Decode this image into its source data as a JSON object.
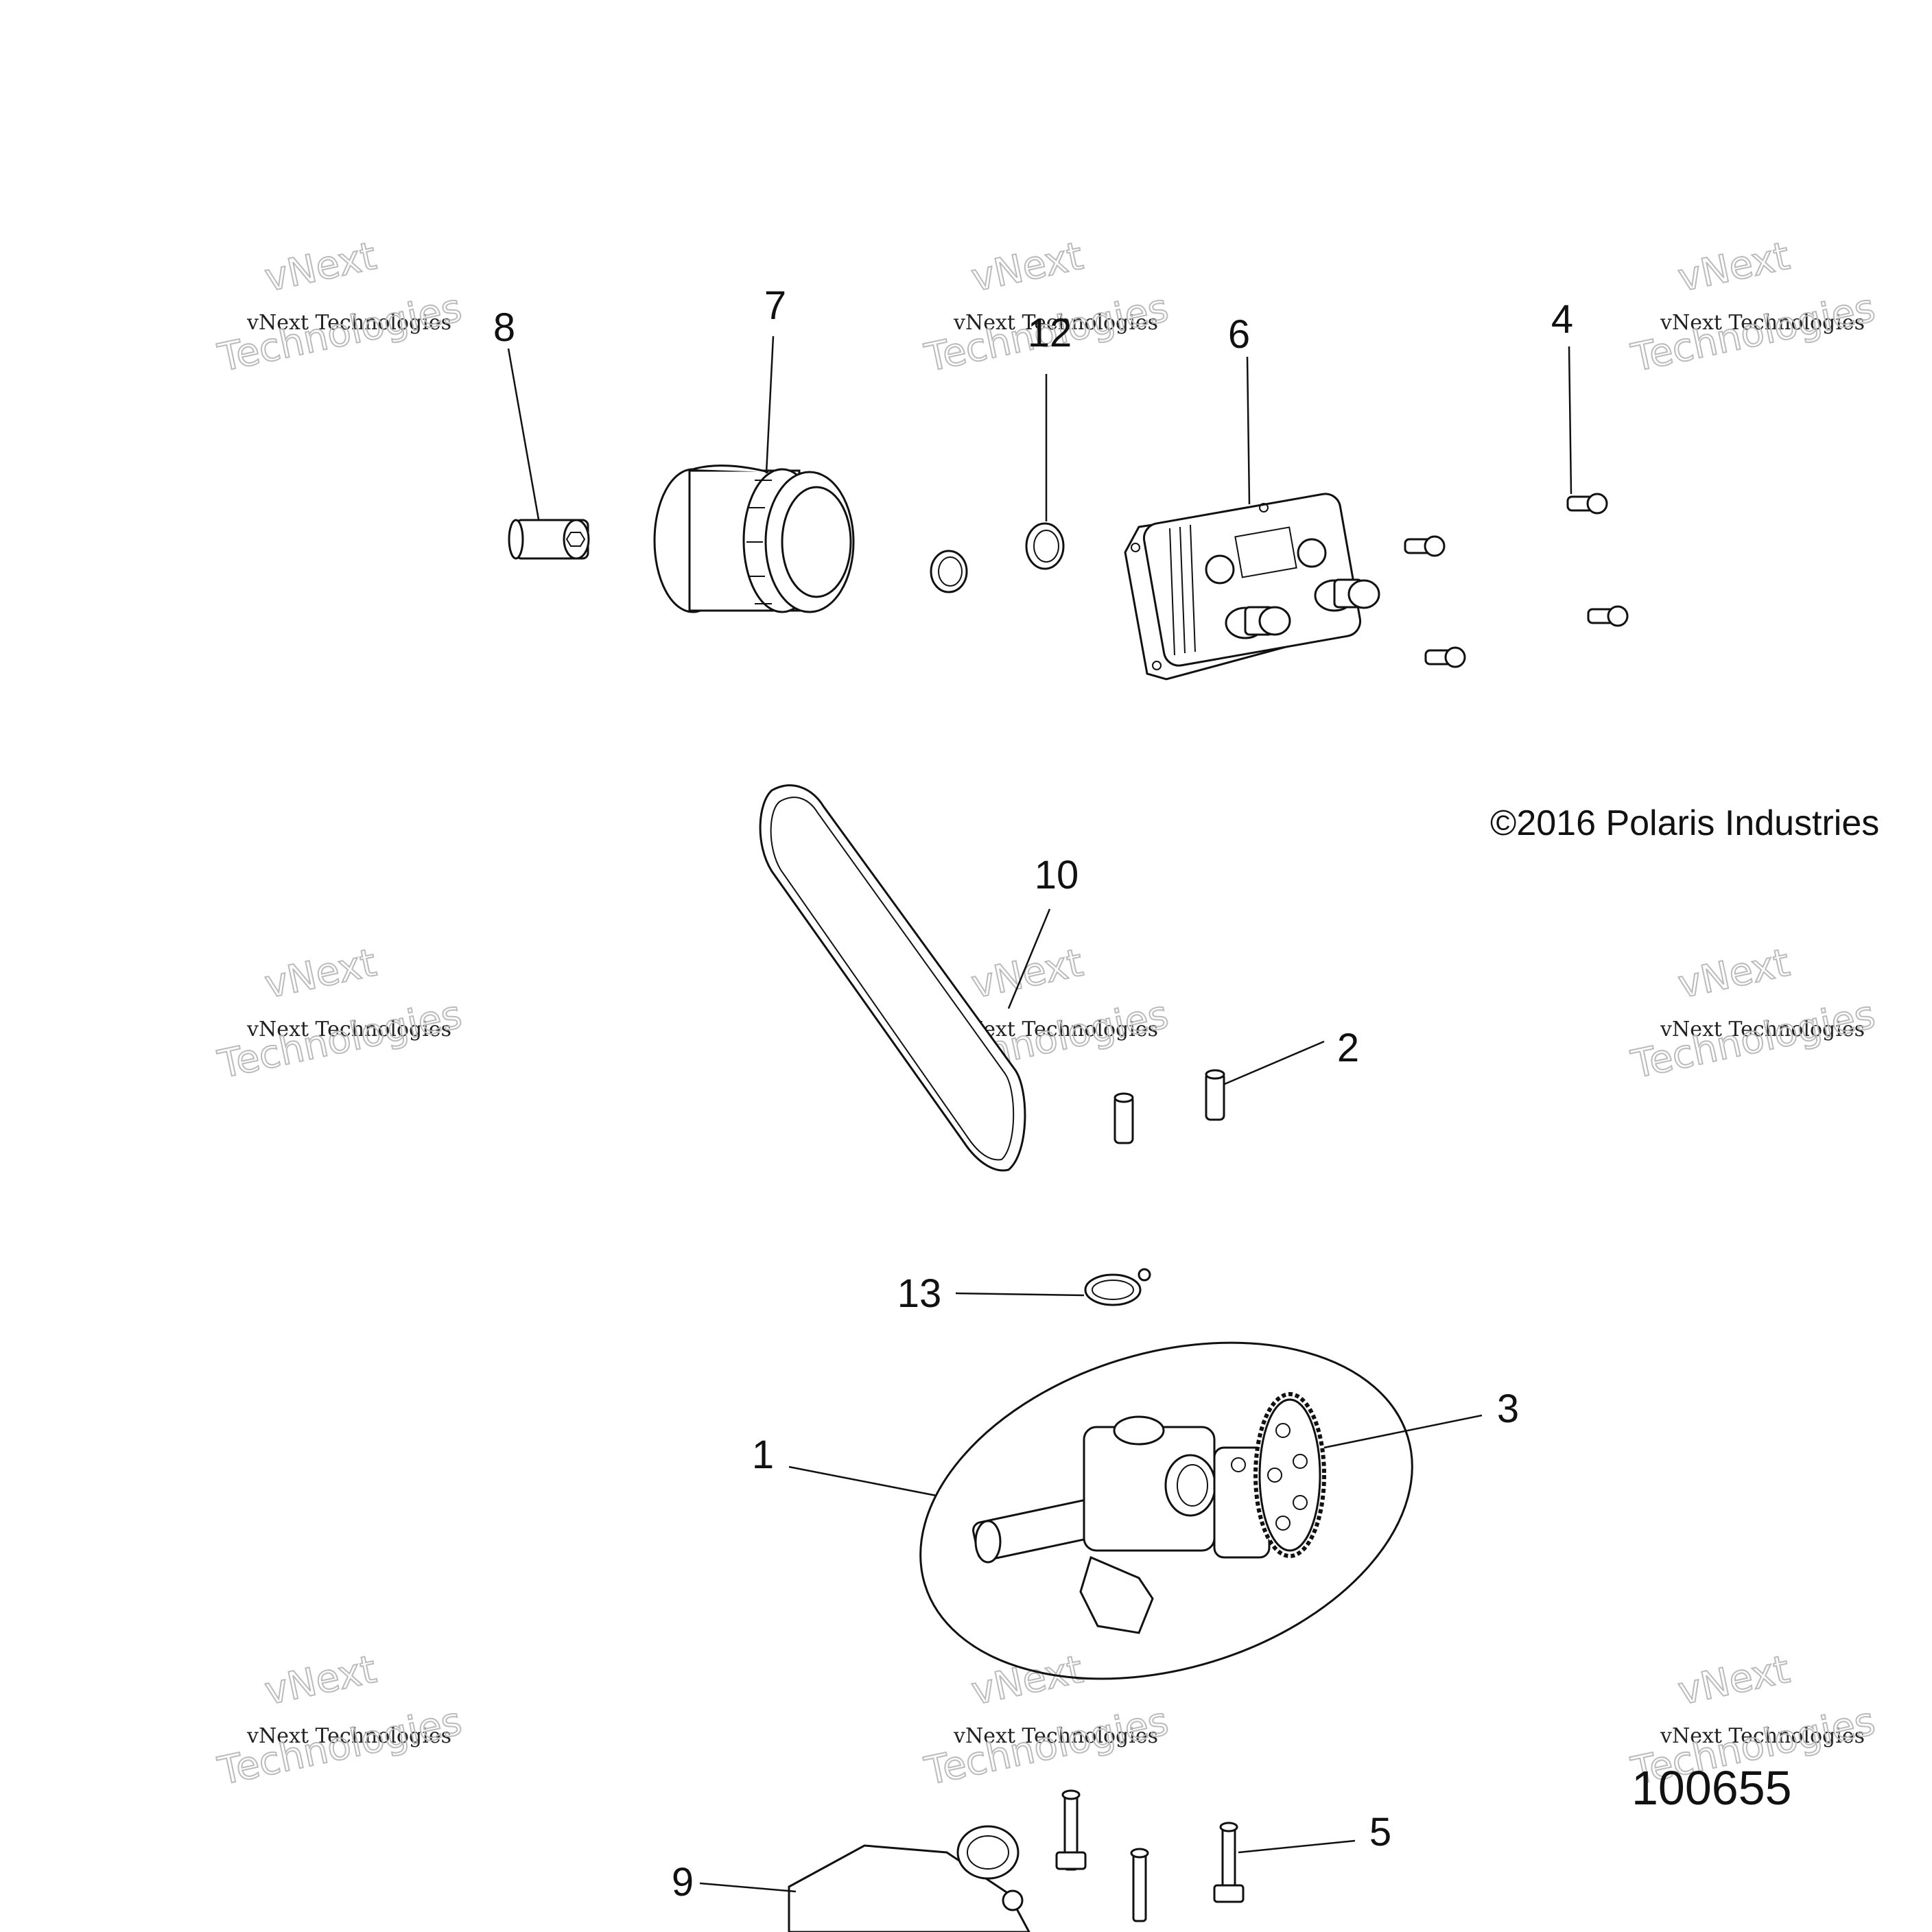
{
  "callouts": {
    "c1": "1",
    "c2": "2",
    "c3": "3",
    "c4": "4",
    "c5": "5",
    "c6": "6",
    "c7": "7",
    "c8": "8",
    "c9": "9",
    "c10": "10",
    "c12": "12",
    "c13": "13"
  },
  "copyright": "©2016 Polaris Industries",
  "figure_number": "100655",
  "watermark": {
    "brand": "vNext",
    "line1": "vNext Technologies",
    "line2": "Technologies"
  }
}
